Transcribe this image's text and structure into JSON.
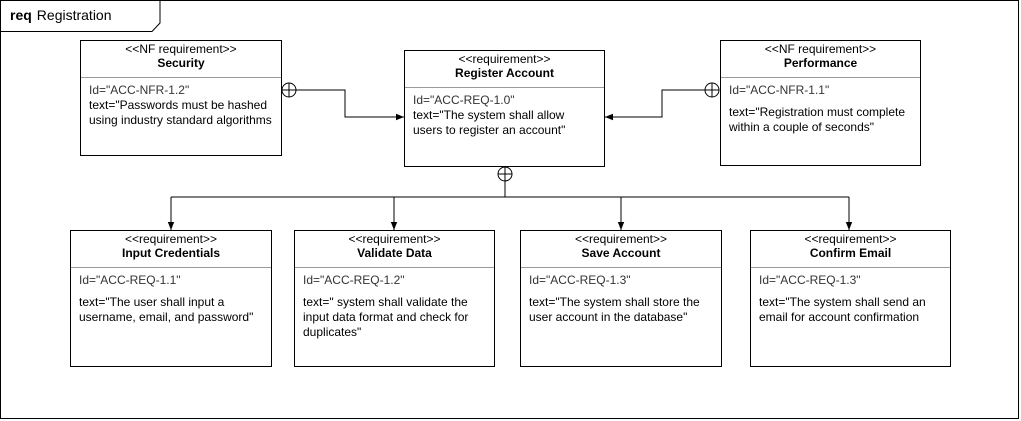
{
  "frame": {
    "keyword": "req",
    "name": "Registration"
  },
  "requirements": {
    "security": {
      "stereotype": "<<NF requirement>>",
      "name": "Security",
      "id": "Id=\"ACC-NFR-1.2\"",
      "text": "text=\"Passwords must be hashed using industry standard algorithms"
    },
    "register": {
      "stereotype": "<<requirement>>",
      "name": "Register Account",
      "id": "Id=\"ACC-REQ-1.0\"",
      "text": "text=\"The system shall allow users to register an account\""
    },
    "performance": {
      "stereotype": "<<NF requirement>>",
      "name": "Performance",
      "id": "Id=\"ACC-NFR-1.1\"",
      "text": "text=\"Registration must complete within a couple of seconds\""
    },
    "input": {
      "stereotype": "<<requirement>>",
      "name": "Input Credentials",
      "id": "Id=\"ACC-REQ-1.1\"",
      "text": "text=\"The user shall input a username, email, and password\""
    },
    "validate": {
      "stereotype": "<<requirement>>",
      "name": "Validate Data",
      "id": "Id=\"ACC-REQ-1.2\"",
      "text": "text=\" system shall validate the input data format and check for duplicates\""
    },
    "save": {
      "stereotype": "<<requirement>>",
      "name": "Save Account",
      "id": "Id=\"ACC-REQ-1.3\"",
      "text": "text=\"The system shall store the user account in the database\""
    },
    "confirm": {
      "stereotype": "<<requirement>>",
      "name": "Confirm Email",
      "id": "Id=\"ACC-REQ-1.3\"",
      "text": "text=\"The system shall send an email for account confirmation"
    }
  },
  "colors": {
    "line": "#000000",
    "divider": "#9a9a9a"
  }
}
